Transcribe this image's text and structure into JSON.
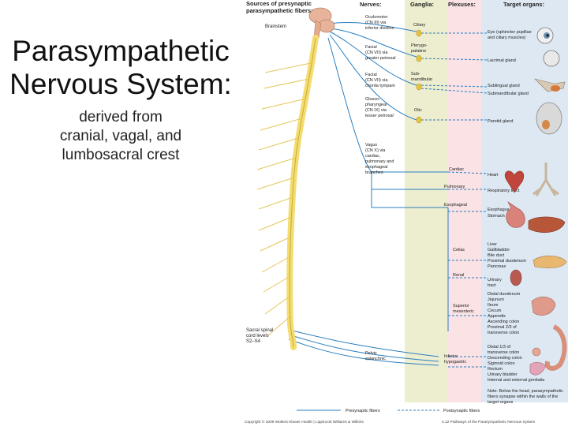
{
  "slide": {
    "title_line1": "Parasympathetic",
    "title_line2": "Nervous System:",
    "subtitle_line1": "derived from",
    "subtitle_line2": "cranial, vagal, and",
    "subtitle_line3": "lumbosacral crest"
  },
  "figure": {
    "headers": {
      "sources_line1": "Sources of presynaptic",
      "sources_line2": "parasympathetic fibers:",
      "nerves": "Nerves:",
      "ganglia": "Ganglia:",
      "plexuses": "Plexuses:",
      "targets": "Target organs:"
    },
    "labels": {
      "brainstem": "Brainstem",
      "sacral_1": "Sacral spinal",
      "sacral_2": "cord levels",
      "sacral_3": "S2–S4"
    },
    "nerves": {
      "n1a": "Oculomotor",
      "n1b": "(CN III) via",
      "n1c": "inferior division",
      "n2a": "Facial",
      "n2b": "(CN VII) via",
      "n2c": "greater petrosal",
      "n3a": "Facial",
      "n3b": "(CN VII) via",
      "n3c": "chorda tympani",
      "n4a": "Glosso-",
      "n4b": "pharyngeal",
      "n4c": "(CN IX) via",
      "n4d": "lesser petrosal",
      "n5a": "Vagus",
      "n5b": "(CN X) via",
      "n5c": "cardiac,",
      "n5d": "pulmonary and",
      "n5e": "esophageal",
      "n5f": "branches",
      "n6a": "Pelvic",
      "n6b": "splanchnic"
    },
    "ganglia": {
      "g1": "Ciliary",
      "g2a": "Pterygo-",
      "g2b": "palatine",
      "g3a": "Sub-",
      "g3b": "mandibular",
      "g4": "Otic"
    },
    "plexuses": {
      "cardiac": "Cardiac",
      "pulmonary": "Pulmonary",
      "esophageal": "Esophageal",
      "celiac": "Celiac",
      "renal": "Renal",
      "sup_mes_1": "Superior",
      "sup_mes_2": "mesenteric",
      "inf_hyp_1": "Inferior",
      "inf_hyp_2": "hypogastric"
    },
    "targets": {
      "t1a": "Eye (sphincter pupillae",
      "t1b": "and ciliary muscles)",
      "t2": "Lacrimal gland",
      "t3": "Sublingual gland",
      "t4": "Submandibular gland",
      "t5": "Parotid gland",
      "t6": "Heart",
      "t7": "Respiratory tract",
      "t8a": "Esophagus",
      "t8b": "Stomach",
      "t9a": "Liver",
      "t9b": "Gallbladder",
      "t9c": "Bile duct",
      "t9d": "Proximal duodenum",
      "t9e": "Pancreas",
      "t10a": "Urinary",
      "t10b": "tract",
      "t11a": "Distal duodenum",
      "t11b": "Jejunum",
      "t11c": "Ileum",
      "t11d": "Cecum",
      "t11e": "Appendix",
      "t11f": "Ascending colon",
      "t11g": "Proximal 2/3 of",
      "t11h": "transverse colon",
      "t12a": "Distal 1/3 of",
      "t12b": "transverse colon",
      "t12c": "Descending colon",
      "t12d": "Sigmoid colon",
      "t12e": "Rectum",
      "t12f": "Urinary bladder",
      "t12g": "Internal and external genitalia"
    },
    "note_1": "Note: Below the head, parasympathetic",
    "note_2": "fibers synapse within the walls of the",
    "note_3": "target organs",
    "legend_pre": "Presynaptic fibers",
    "legend_post": "Postsynaptic fibers",
    "copyright": "Copyright © 2009 Wolters Kluwer Health | Lippincott Williams & Wilkins",
    "caption": "4.12 Pathways of the Parasympathetic Nervous System"
  },
  "colors": {
    "ganglia_band": "#ededcf",
    "plexus_band": "#fbe2e4",
    "target_band": "#dde8f3",
    "fiber_pre": "#2a7fc0",
    "spinal_cord": "#f4dd70"
  }
}
